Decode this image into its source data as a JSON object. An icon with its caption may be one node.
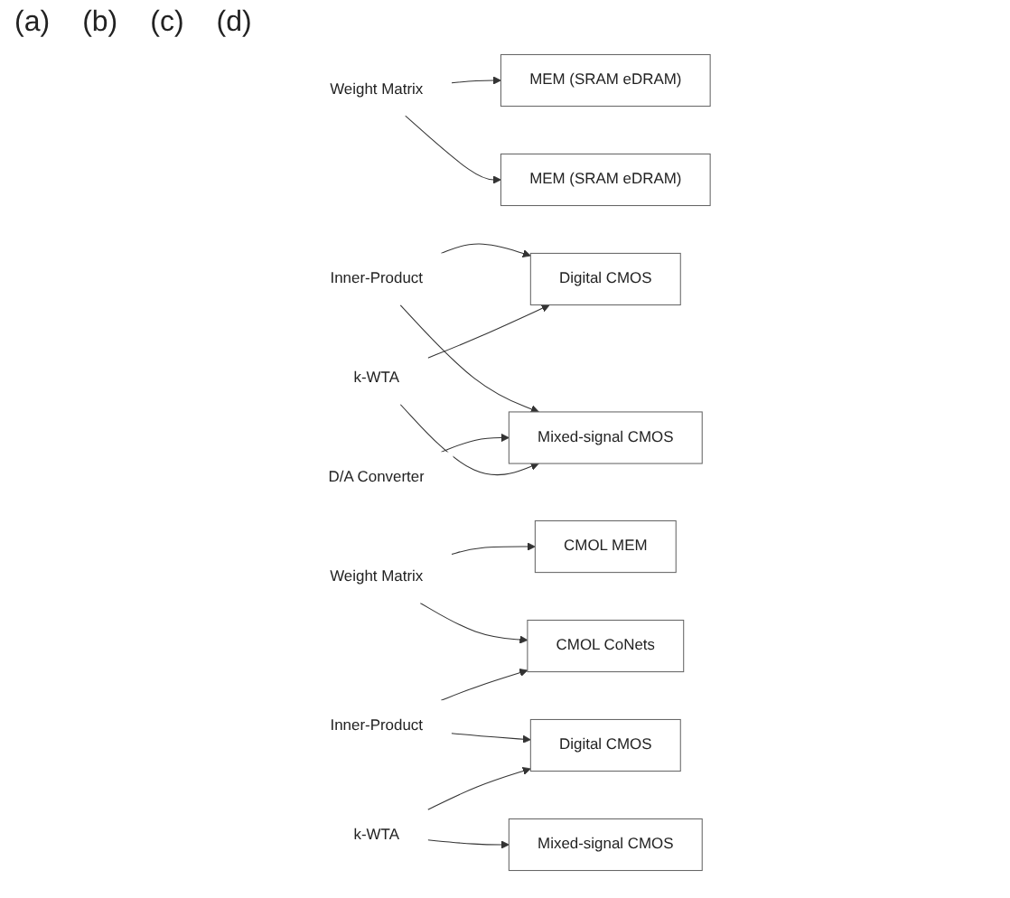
{
  "diagram": {
    "nodes": [
      {
        "text": [
          "MEM (SRAM eDRAM)"
        ]
      },
      {
        "text": [
          "Weight Matrix"
        ]
      },
      {
        "text": [
          "MEM (SRAM eDRAM)"
        ]
      },
      {
        "text": [
          "Inner-Product"
        ]
      },
      {
        "text": [
          "Digital CMOS"
        ]
      },
      {
        "text": [
          "D/A Converter"
        ]
      },
      {
        "text": [
          "Mixed-signal CMOS"
        ]
      },
      {
        "text": [
          "k-WTA"
        ]
      },
      {
        "text": [
          "CMOL MEM"
        ]
      },
      {
        "text": [
          "Weight Matrix"
        ]
      },
      {
        "text": [
          "CMOL CoNets"
        ]
      },
      {
        "text": [
          "Inner-Product"
        ]
      },
      {
        "text": [
          "Digital CMOS"
        ]
      },
      {
        "text": [
          "k-WTA"
        ]
      },
      {
        "text": [
          "Mixed-signal CMOS"
        ]
      }
    ],
    "edges": [
      {
        "from": 1,
        "to": 0,
        "arrow": "to"
      },
      {
        "from": 1,
        "to": 2,
        "arrow": "to"
      },
      {
        "from": 3,
        "to": 4,
        "arrow": "to"
      },
      {
        "from": 3,
        "to": 6,
        "arrow": "to"
      },
      {
        "from": 5,
        "to": 6,
        "arrow": "to"
      },
      {
        "from": 7,
        "to": 4,
        "arrow": "to"
      },
      {
        "from": 7,
        "to": 6,
        "arrow": "to"
      },
      {
        "from": 9,
        "to": 8,
        "arrow": "to"
      },
      {
        "from": 9,
        "to": 10,
        "arrow": "to"
      },
      {
        "from": 11,
        "to": 12,
        "arrow": "to"
      },
      {
        "from": 11,
        "to": 10,
        "arrow": "to"
      },
      {
        "from": 13,
        "to": 12,
        "arrow": "to"
      },
      {
        "from": 13,
        "to": 14,
        "arrow": "to"
      }
    ],
    "labels": [
      "(a)",
      "(b)",
      "(c)",
      "(d)"
    ]
  }
}
